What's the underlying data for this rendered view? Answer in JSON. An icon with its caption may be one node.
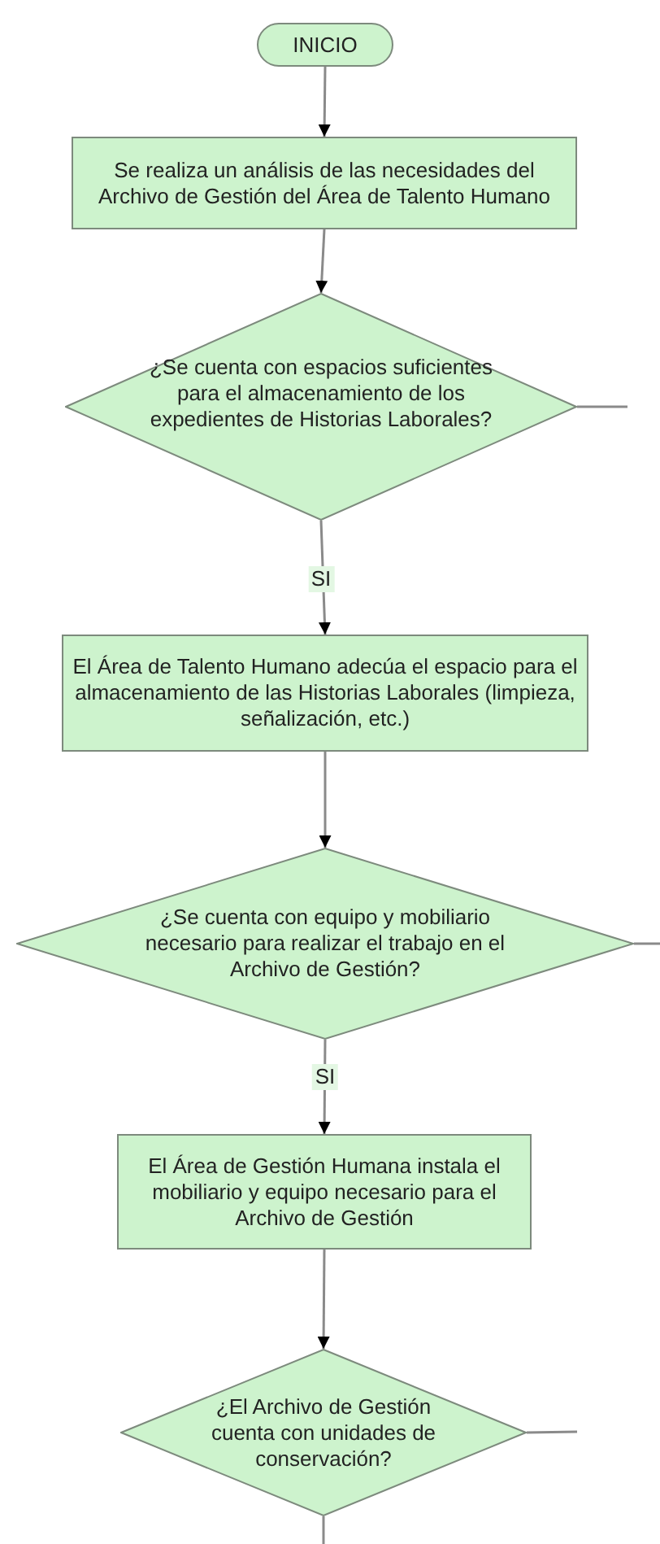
{
  "diagram": {
    "nodes": [
      {
        "text": [
          "INICIO"
        ]
      },
      {
        "text": [
          "Se realiza un análisis de las necesidades del Archivo de Gestión del Área de Talento Humano"
        ]
      },
      {
        "text": [
          "¿Se cuenta con espacios suficientes para el almacenamiento de los expedientes de Historias Laborales?"
        ]
      },
      {
        "text": [
          "El Área de Talento Humano adecúa el espacio para el almacenamiento de las Historias Laborales (limpieza, señalización, etc.)"
        ]
      },
      {
        "text": [
          "¿Se cuenta con equipo y mobiliario necesario para realizar el trabajo en el Archivo de Gestión?"
        ]
      },
      {
        "text": [
          "El Área de Gestión Humana instala el mobiliario y equipo necesario para el Archivo de Gestión"
        ]
      },
      {
        "text": [
          "¿El Archivo de Gestión cuenta con unidades de conservación?"
        ]
      }
    ],
    "edges": [
      {
        "from": 0,
        "to": 1,
        "arrow": "to"
      },
      {
        "from": 1,
        "to": 2,
        "arrow": "to"
      },
      {
        "from": 2,
        "to": 3,
        "arrow": "to",
        "label": "SI"
      },
      {
        "from": 3,
        "to": 4,
        "arrow": "to"
      },
      {
        "from": 4,
        "to": 5,
        "arrow": "to",
        "label": "SI"
      },
      {
        "from": 5,
        "to": 6,
        "arrow": "to"
      },
      {
        "from": 2,
        "to": null,
        "arrow": "none"
      },
      {
        "from": 4,
        "to": null,
        "arrow": "none"
      },
      {
        "from": 6,
        "to": null,
        "arrow": "none"
      },
      {
        "from": 6,
        "to": null,
        "arrow": "none"
      }
    ]
  }
}
